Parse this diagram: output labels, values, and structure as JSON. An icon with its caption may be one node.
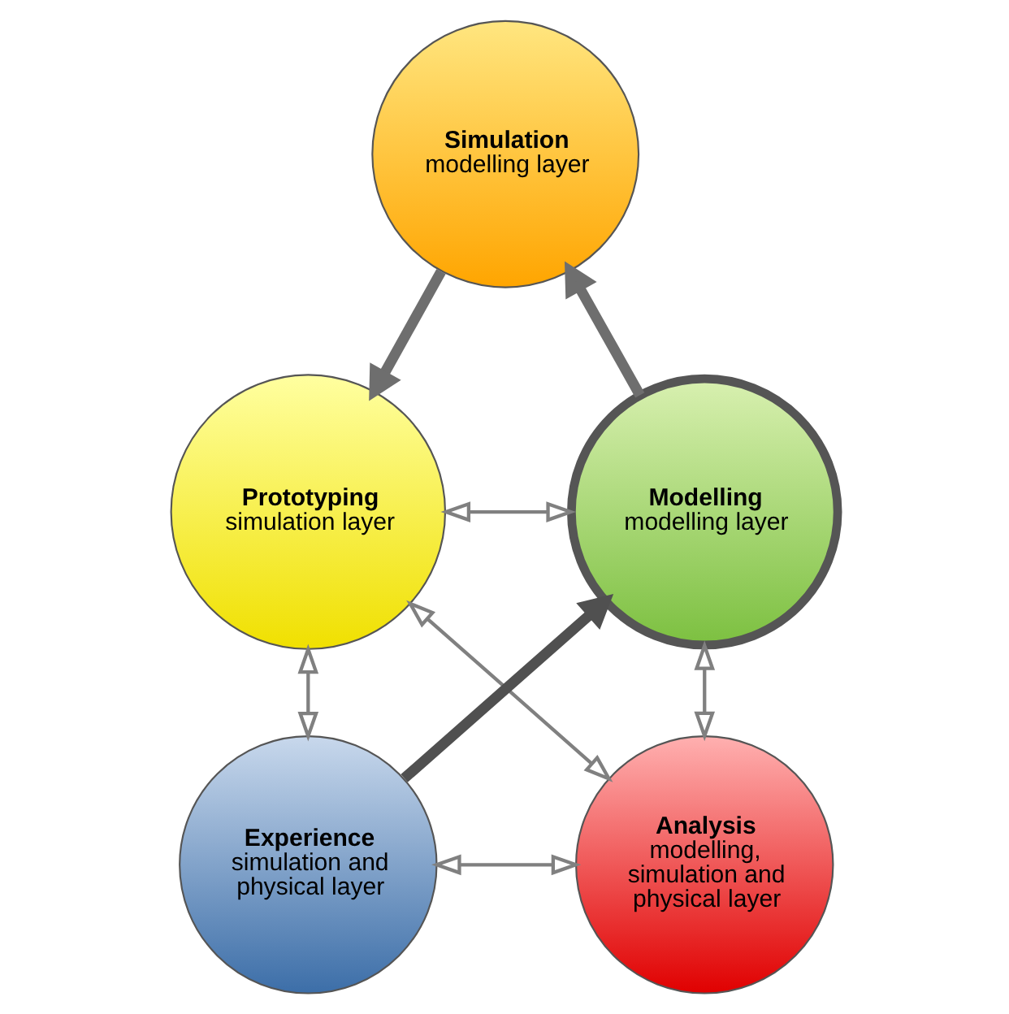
{
  "diagram": {
    "nodes": [
      {
        "text": [
          "Simulation",
          "modelling layer"
        ]
      },
      {
        "text": [
          "Modelling",
          "modelling layer"
        ]
      },
      {
        "text": [
          "Prototyping",
          "simulation layer"
        ]
      },
      {
        "text": [
          "Analysis",
          "modelling, simulation and physical layer"
        ]
      },
      {
        "text": [
          "Experience",
          "simulation and physical layer"
        ]
      }
    ],
    "edges": [
      {
        "from": 1,
        "to": 0,
        "arrow": "to",
        "style": "thick",
        "color": "#6e6e6e"
      },
      {
        "from": 0,
        "to": 2,
        "arrow": "to",
        "style": "thick",
        "color": "#6e6e6e"
      },
      {
        "from": 1,
        "to": 2,
        "arrow": "both"
      },
      {
        "from": 4,
        "to": 1,
        "arrow": "to",
        "style": "thick",
        "color": "#505050"
      },
      {
        "from": 3,
        "to": 2,
        "arrow": "both"
      },
      {
        "from": 1,
        "to": 3,
        "arrow": "both"
      },
      {
        "from": 2,
        "to": 4,
        "arrow": "both"
      },
      {
        "from": 3,
        "to": 4,
        "arrow": "both"
      }
    ]
  }
}
